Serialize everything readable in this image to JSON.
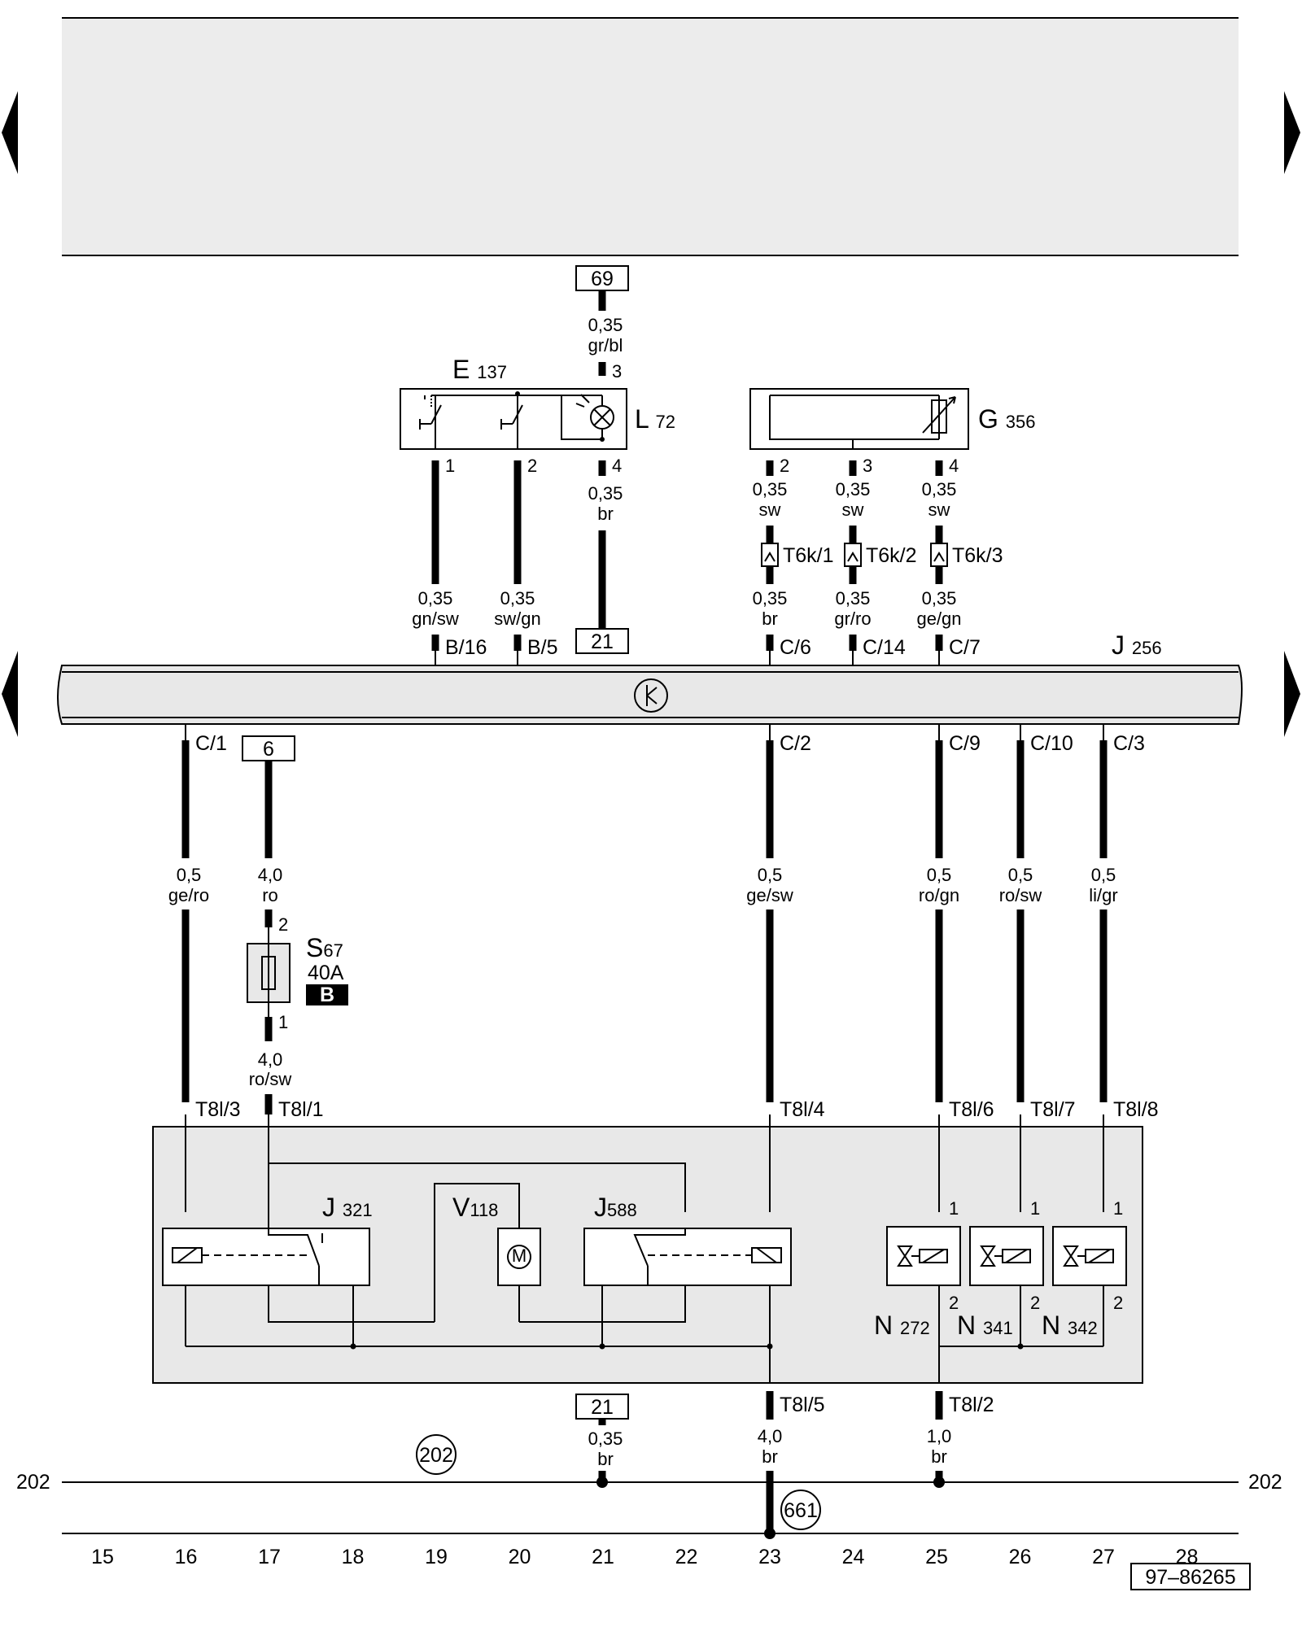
{
  "components": {
    "e137": {
      "id": "E",
      "num": "137"
    },
    "l72": {
      "id": "L",
      "num": "72"
    },
    "g356": {
      "id": "G",
      "num": "356"
    },
    "j256": {
      "id": "J",
      "num": "256"
    },
    "s67": {
      "id": "S",
      "num": "67",
      "rating": "40A",
      "badge": "B"
    },
    "j321": {
      "id": "J",
      "num": "321"
    },
    "v118": {
      "id": "V",
      "num": "118"
    },
    "j588": {
      "id": "J",
      "num": "588"
    },
    "n272": {
      "id": "N",
      "num": "272"
    },
    "n341": {
      "id": "N",
      "num": "341"
    },
    "n342": {
      "id": "N",
      "num": "342"
    },
    "motor_symbol": "M"
  },
  "refs": {
    "r69": "69",
    "r21a": "21",
    "r6": "6",
    "r21b": "21"
  },
  "pins": {
    "l72_3": "3",
    "l72_4": "4",
    "e137_1": "1",
    "e137_2": "2",
    "g356_2": "2",
    "g356_3": "3",
    "g356_4": "4",
    "s67_2": "2",
    "s67_1": "1",
    "n272_1": "1",
    "n341_1": "1",
    "n342_1": "1",
    "n272_2": "2",
    "n341_2": "2",
    "n342_2": "2"
  },
  "connectors": {
    "t6k1": "T6k/1",
    "t6k2": "T6k/2",
    "t6k3": "T6k/3",
    "b16": "B/16",
    "b5": "B/5",
    "c6": "C/6",
    "c14": "C/14",
    "c7": "C/7",
    "c1": "C/1",
    "c2": "C/2",
    "c9": "C/9",
    "c10": "C/10",
    "c3": "C/3",
    "t8l3": "T8l/3",
    "t8l1": "T8l/1",
    "t8l4": "T8l/4",
    "t8l6": "T8l/6",
    "t8l7": "T8l/7",
    "t8l8": "T8l/8",
    "t8l5": "T8l/5",
    "t8l2": "T8l/2"
  },
  "wires": {
    "w69": {
      "size": "0,35",
      "color": "gr/bl"
    },
    "wl4": {
      "size": "0,35",
      "color": "br"
    },
    "wg2": {
      "size": "0,35",
      "color": "sw"
    },
    "wg3": {
      "size": "0,35",
      "color": "sw"
    },
    "wg4": {
      "size": "0,35",
      "color": "sw"
    },
    "we1": {
      "size": "0,35",
      "color": "gn/sw"
    },
    "we2": {
      "size": "0,35",
      "color": "sw/gn"
    },
    "wc6": {
      "size": "0,35",
      "color": "br"
    },
    "wc14": {
      "size": "0,35",
      "color": "gr/ro"
    },
    "wc7": {
      "size": "0,35",
      "color": "ge/gn"
    },
    "wc1": {
      "size": "0,5",
      "color": "ge/ro"
    },
    "w6": {
      "size": "4,0",
      "color": "ro"
    },
    "ws1": {
      "size": "4,0",
      "color": "ro/sw"
    },
    "wc2": {
      "size": "0,5",
      "color": "ge/sw"
    },
    "wc9": {
      "size": "0,5",
      "color": "ro/gn"
    },
    "wc10": {
      "size": "0,5",
      "color": "ro/sw"
    },
    "wc3": {
      "size": "0,5",
      "color": "li/gr"
    },
    "wb21": {
      "size": "0,35",
      "color": "br"
    },
    "wt5": {
      "size": "4,0",
      "color": "br"
    },
    "wt2": {
      "size": "1,0",
      "color": "br"
    }
  },
  "ground": {
    "left": "202",
    "right": "202",
    "circle_202": "202",
    "circle_661": "661"
  },
  "scale": [
    "15",
    "16",
    "17",
    "18",
    "19",
    "20",
    "21",
    "22",
    "23",
    "24",
    "25",
    "26",
    "27",
    "28"
  ],
  "footer_code": "97–86265"
}
